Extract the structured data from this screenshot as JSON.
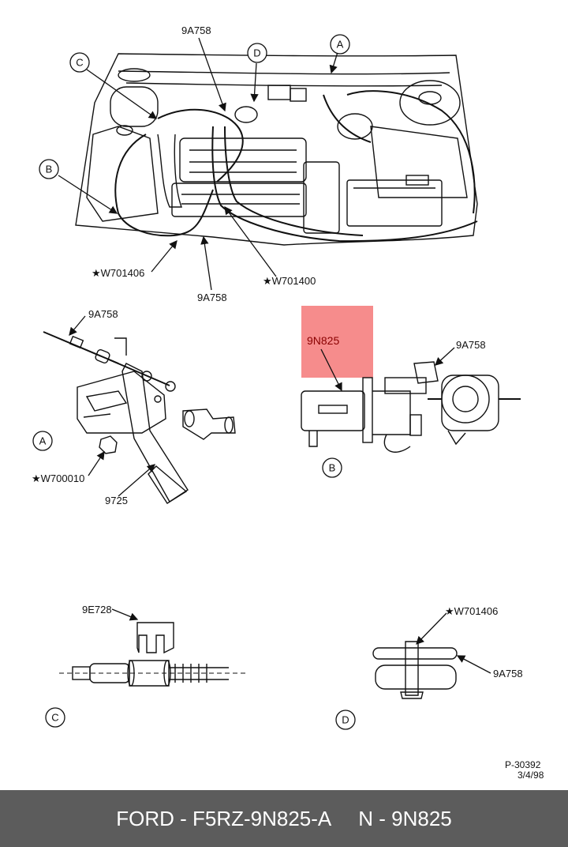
{
  "labels": {
    "top_9a758": "9A758",
    "callout_a": "A",
    "callout_b": "B",
    "callout_c": "C",
    "callout_d": "D",
    "w701406": "★W701406",
    "w701400": "★W701400",
    "bottom_9a758": "9A758",
    "pedal_9a758": "9A758",
    "w700010": "★W700010",
    "part_9725": "9725",
    "highlight_9n825": "9N825",
    "actuator_9a758": "9A758",
    "clip_9e728": "9E728",
    "clamp_w701406": "★W701406",
    "clamp_9a758": "9A758"
  },
  "reference": {
    "code": "P-30392",
    "date": "3/4/98"
  },
  "footer": {
    "part_number": "FORD - F5RZ-9N825-A",
    "oem_number": "N - 9N825"
  },
  "colors": {
    "highlight": "#f58080",
    "footer_bg": "#5c5c5c",
    "line": "#111111"
  }
}
